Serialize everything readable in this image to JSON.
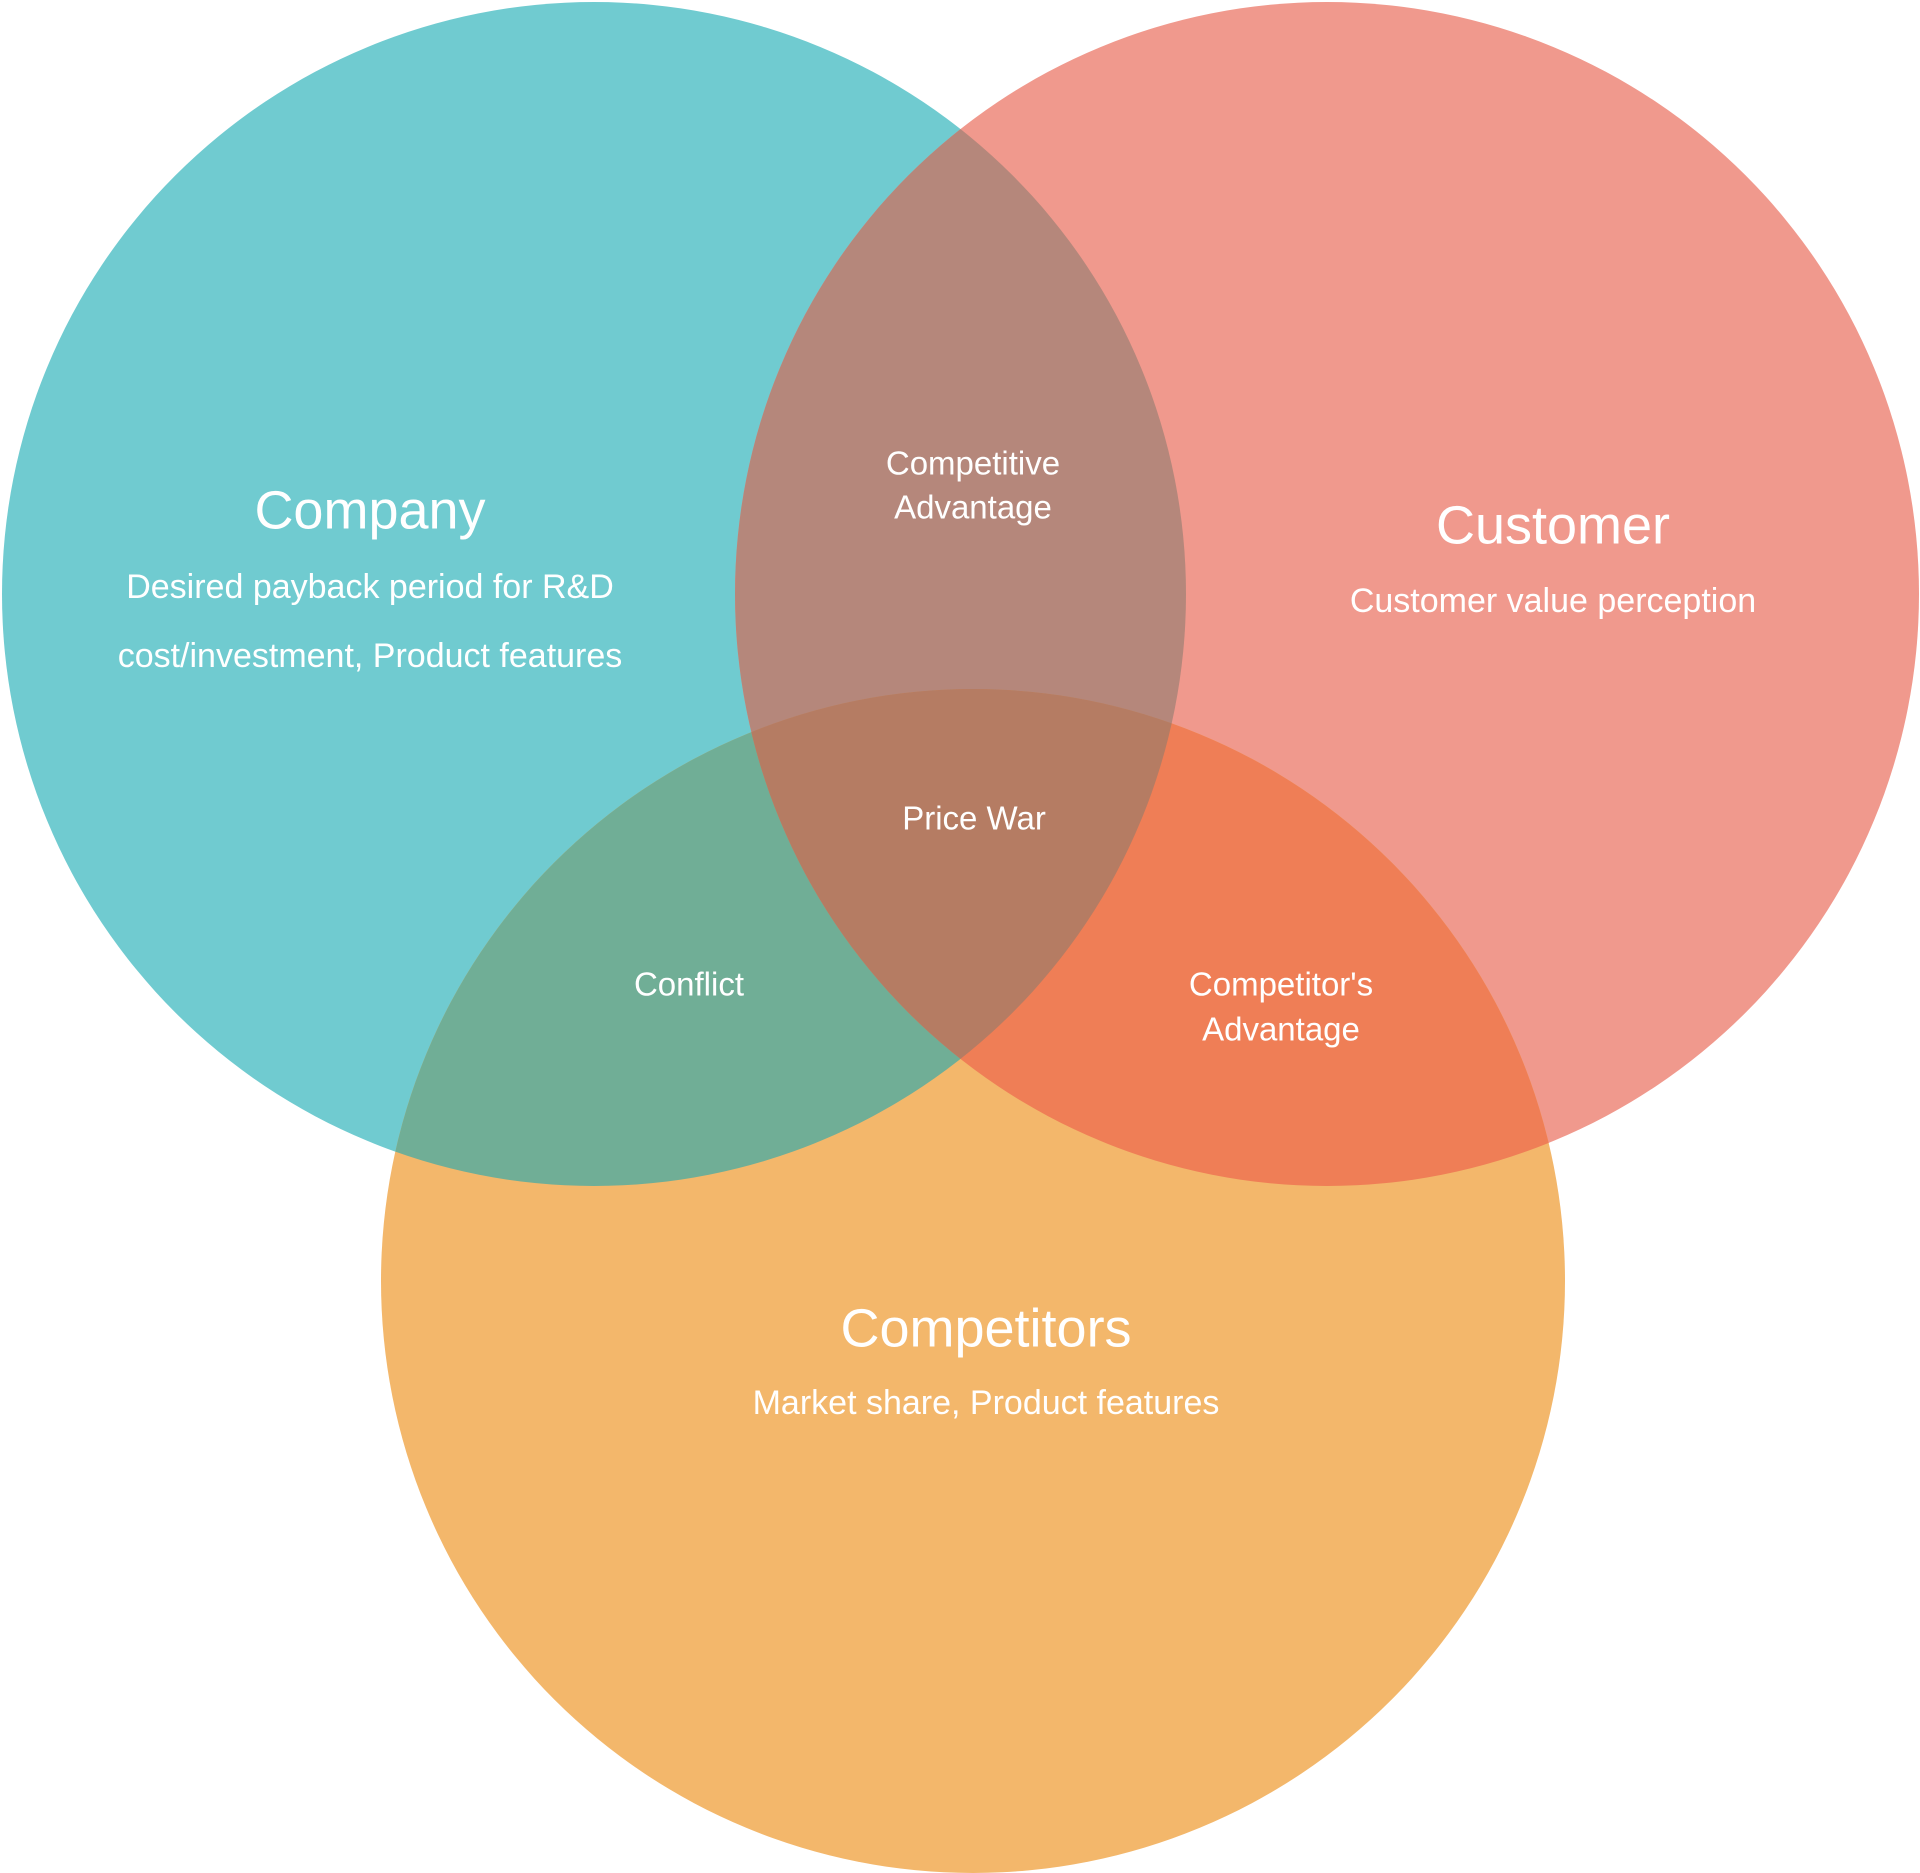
{
  "sets": {
    "company": {
      "title": "Company",
      "lines": [
        "Desired payback period for R&D",
        "cost/investment, Product features"
      ],
      "color": "#70CBD0"
    },
    "customer": {
      "title": "Customer",
      "lines": [
        "Customer value perception"
      ],
      "color": "#F0998D"
    },
    "competitors": {
      "title": "Competitors",
      "lines": [
        "Market share, Product features"
      ],
      "color": "#F3B76B"
    }
  },
  "overlaps": {
    "company_customer": {
      "lines": [
        "Competitive",
        "Advantage"
      ],
      "color": "#B5877B"
    },
    "company_competitors": {
      "lines": [
        "Conflict"
      ],
      "color": "#70AE96"
    },
    "customer_competitors": {
      "lines": [
        "Competitor's",
        "Advantage"
      ],
      "color": "#EF7E56"
    },
    "all": {
      "lines": [
        "Price War"
      ],
      "color": "#B57C63"
    }
  }
}
